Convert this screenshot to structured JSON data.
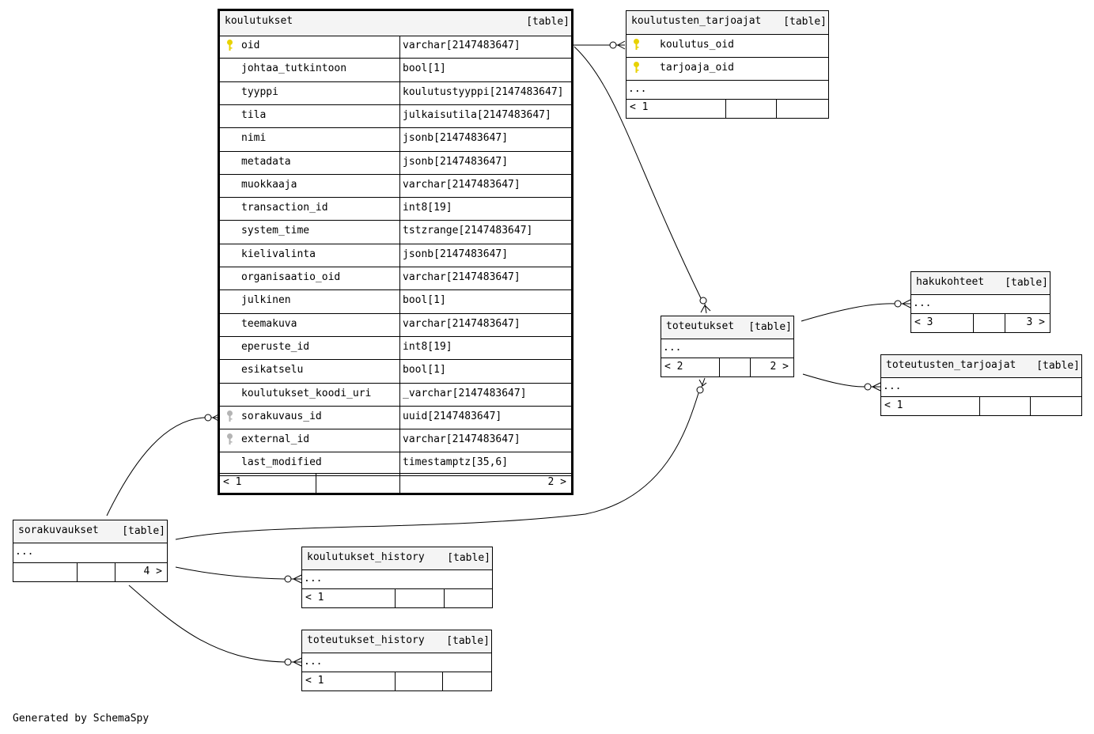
{
  "footer_text": "Generated by SchemaSpy",
  "tables": {
    "koulutukset": {
      "name": "koulutukset",
      "tag": "[table]",
      "columns": [
        {
          "name": "oid",
          "type": "varchar[2147483647]",
          "key": "primary"
        },
        {
          "name": "johtaa_tutkintoon",
          "type": "bool[1]"
        },
        {
          "name": "tyyppi",
          "type": "koulutustyyppi[2147483647]"
        },
        {
          "name": "tila",
          "type": "julkaisutila[2147483647]"
        },
        {
          "name": "nimi",
          "type": "jsonb[2147483647]"
        },
        {
          "name": "metadata",
          "type": "jsonb[2147483647]"
        },
        {
          "name": "muokkaaja",
          "type": "varchar[2147483647]"
        },
        {
          "name": "transaction_id",
          "type": "int8[19]"
        },
        {
          "name": "system_time",
          "type": "tstzrange[2147483647]"
        },
        {
          "name": "kielivalinta",
          "type": "jsonb[2147483647]"
        },
        {
          "name": "organisaatio_oid",
          "type": "varchar[2147483647]"
        },
        {
          "name": "julkinen",
          "type": "bool[1]"
        },
        {
          "name": "teemakuva",
          "type": "varchar[2147483647]"
        },
        {
          "name": "eperuste_id",
          "type": "int8[19]"
        },
        {
          "name": "esikatselu",
          "type": "bool[1]"
        },
        {
          "name": "koulutukset_koodi_uri",
          "type": "_varchar[2147483647]"
        },
        {
          "name": "sorakuvaus_id",
          "type": "uuid[2147483647]",
          "key": "foreign"
        },
        {
          "name": "external_id",
          "type": "varchar[2147483647]",
          "key": "foreign"
        },
        {
          "name": "last_modified",
          "type": "timestamptz[35,6]"
        }
      ],
      "footer_left": "< 1",
      "footer_right": "2 >"
    },
    "koulutusten_tarjoajat": {
      "name": "koulutusten_tarjoajat",
      "tag": "[table]",
      "columns": [
        {
          "name": "koulutus_oid",
          "key": "primary"
        },
        {
          "name": "tarjoaja_oid",
          "key": "primary"
        }
      ],
      "ellipsis": "...",
      "footer_left": "< 1",
      "footer_right": ""
    },
    "toteutukset": {
      "name": "toteutukset",
      "tag": "[table]",
      "ellipsis": "...",
      "footer_left": "< 2",
      "footer_right": "2 >"
    },
    "hakukohteet": {
      "name": "hakukohteet",
      "tag": "[table]",
      "ellipsis": "...",
      "footer_left": "< 3",
      "footer_right": "3 >"
    },
    "toteutusten_tarjoajat": {
      "name": "toteutusten_tarjoajat",
      "tag": "[table]",
      "ellipsis": "...",
      "footer_left": "< 1",
      "footer_right": ""
    },
    "sorakuvaukset": {
      "name": "sorakuvaukset",
      "tag": "[table]",
      "ellipsis": "...",
      "footer_left": "",
      "footer_right": "4 >"
    },
    "koulutukset_history": {
      "name": "koulutukset_history",
      "tag": "[table]",
      "ellipsis": "...",
      "footer_left": "< 1",
      "footer_right": ""
    },
    "toteutukset_history": {
      "name": "toteutukset_history",
      "tag": "[table]",
      "ellipsis": "...",
      "footer_left": "< 1",
      "footer_right": ""
    }
  },
  "colors": {
    "primary_key": "#e8d200",
    "foreign_key": "#b4b4b4",
    "header_bg": "#f4f4f4",
    "line": "#000000"
  }
}
